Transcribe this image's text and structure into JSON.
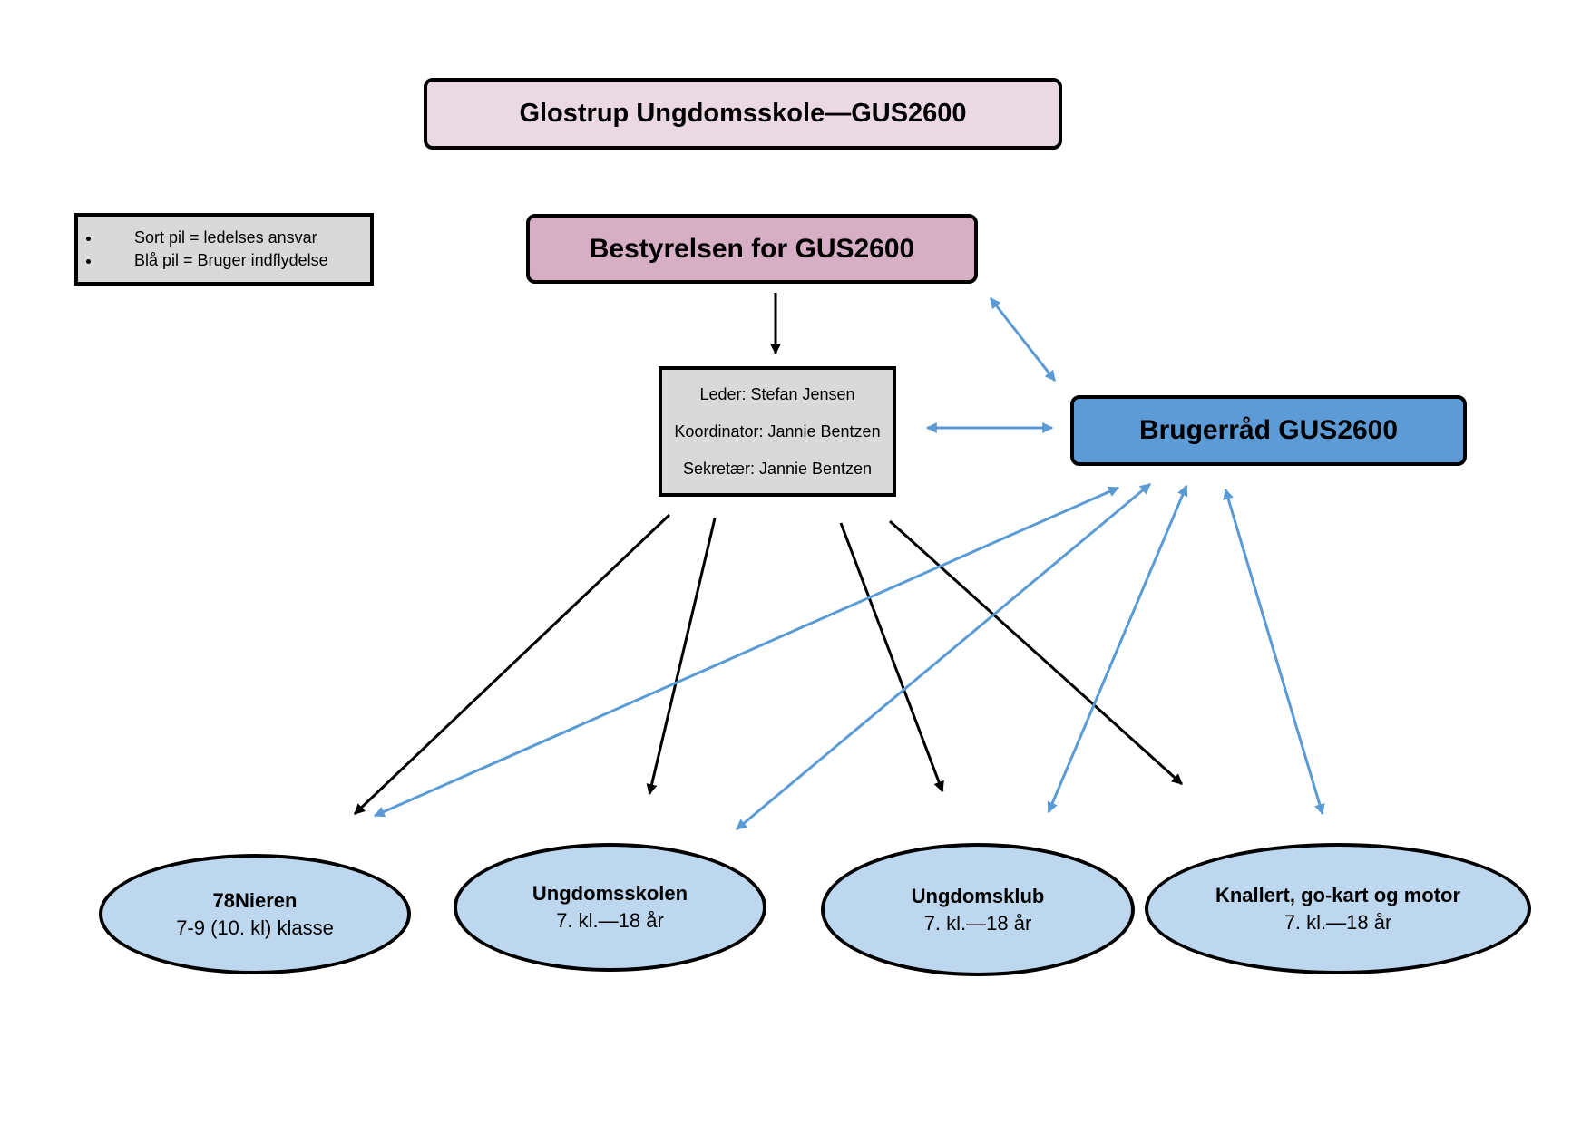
{
  "title": "Glostrup Ungdomsskole—GUS2600",
  "board": "Bestyrelsen for GUS2600",
  "user_council": "Brugerråd GUS2600",
  "management": {
    "leader": "Leder: Stefan Jensen",
    "coordinator": "Koordinator: Jannie Bentzen",
    "secretary": "Sekretær: Jannie Bentzen"
  },
  "legend": [
    "Sort pil = ledelses ansvar",
    "Blå pil = Bruger indflydelse"
  ],
  "units": [
    {
      "name": "78Nieren",
      "detail": "7-9 (10. kl) klasse"
    },
    {
      "name": "Ungdomsskolen",
      "detail": "7. kl.—18 år"
    },
    {
      "name": "Ungdomsklub",
      "detail": "7. kl.—18 år"
    },
    {
      "name": "Knallert, go-kart og motor",
      "detail": "7. kl.—18 år"
    }
  ],
  "colors": {
    "title_fill": "#ead8e3",
    "board_fill": "#d6afc5",
    "council_fill": "#5c9bd5",
    "management_fill": "#d9d9d9",
    "unit_fill": "#bdd7ee",
    "management_arrow": "#000000",
    "influence_arrow": "#5b9bd5"
  }
}
